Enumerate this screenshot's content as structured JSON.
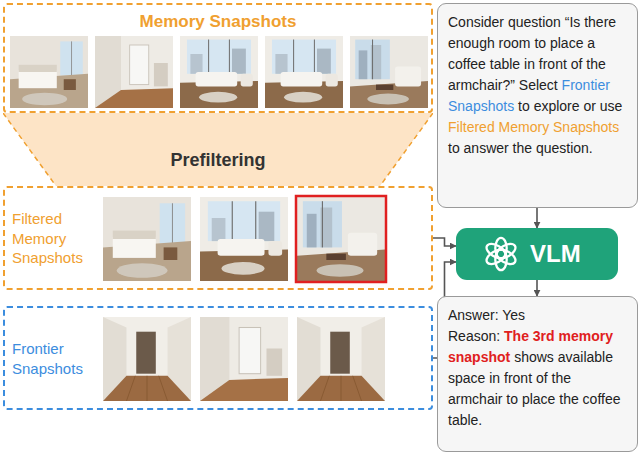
{
  "diagram": {
    "nodes": [
      {
        "text": [
          "Memory Snapshots"
        ]
      },
      {
        "text": [
          "Prefiltering"
        ]
      },
      {
        "text": [
          "Filtered Memory Snapshots"
        ]
      },
      {
        "text": [
          "Frontier Snapshots"
        ]
      },
      {
        "text": [
          "Consider question “Is there enough room to place a coffee table in front of the armchair?” Select",
          "Frontier Snapshots",
          "to explore or use",
          "Filtered Memory Snapshots",
          "to answer the question."
        ]
      },
      {
        "text": [
          "VLM"
        ]
      },
      {
        "text": [
          "Answer: Yes",
          "Reason:",
          "The 3rd memory snapshot",
          "shows available space in front of the armchair to place the coffee table."
        ]
      }
    ],
    "edges": [
      {
        "from": 4,
        "to": 5,
        "arrow": "to"
      },
      {
        "from": 2,
        "to": 5,
        "arrow": "to"
      },
      {
        "from": 3,
        "to": 5,
        "arrow": "to"
      },
      {
        "from": 5,
        "to": 6,
        "arrow": "to"
      }
    ]
  }
}
